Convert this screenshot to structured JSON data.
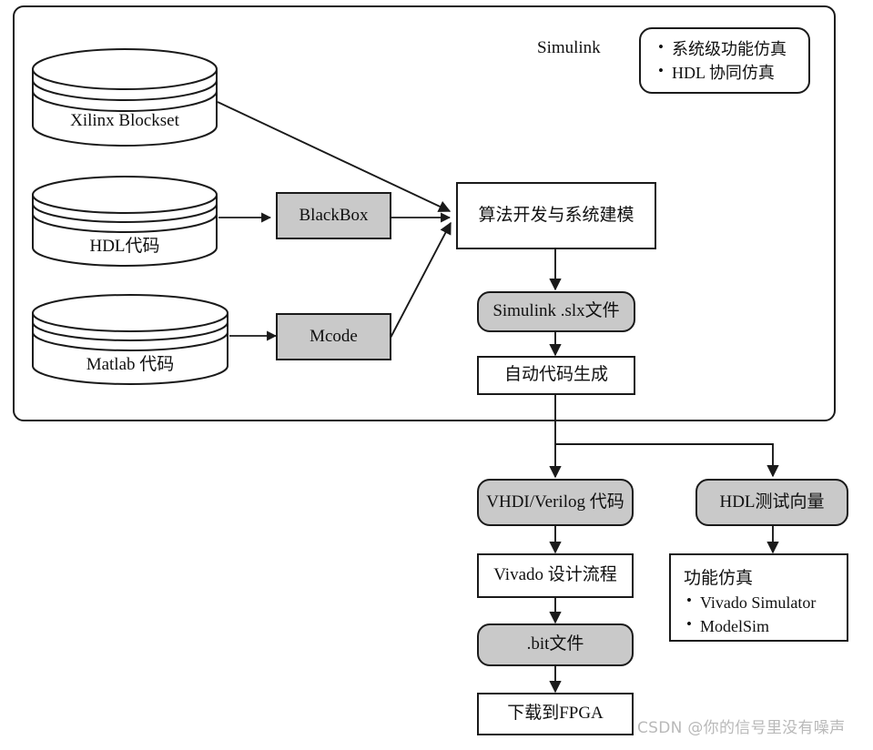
{
  "diagram": {
    "title": "Simulink / Vivado FPGA design flow",
    "colors": {
      "stroke": "#1a1a1a",
      "gray_fill": "#c9c9c9",
      "white_fill": "#ffffff",
      "watermark": "#b9b9b9"
    },
    "container": {
      "label": "Simulink"
    },
    "callout": {
      "name": "simulink-capabilities-callout",
      "items": [
        "系统级功能仿真",
        "HDL 协同仿真"
      ]
    },
    "sources": [
      {
        "id": "xilinx-blockset",
        "label": "Xilinx Blockset"
      },
      {
        "id": "hdl-code",
        "label": "HDL代码"
      },
      {
        "id": "matlab-code",
        "label": "Matlab 代码"
      }
    ],
    "wrappers": [
      {
        "id": "blackbox",
        "label": "BlackBox"
      },
      {
        "id": "mcode",
        "label": "Mcode"
      }
    ],
    "flow": {
      "algorithm_model": "算法开发与系统建模",
      "slx_file": "Simulink  .slx文件",
      "code_gen": "自动代码生成",
      "hdl_code": "VHDI/Verilog 代码",
      "hdl_testbench": "HDL测试向量",
      "vivado_flow": "Vivado 设计流程",
      "bit_file": ".bit文件",
      "download_fpga": "下载到FPGA"
    },
    "simulation_box": {
      "title": "功能仿真",
      "items": [
        "Vivado Simulator",
        "ModelSim"
      ]
    },
    "watermark": "CSDN @你的信号里没有噪声"
  }
}
